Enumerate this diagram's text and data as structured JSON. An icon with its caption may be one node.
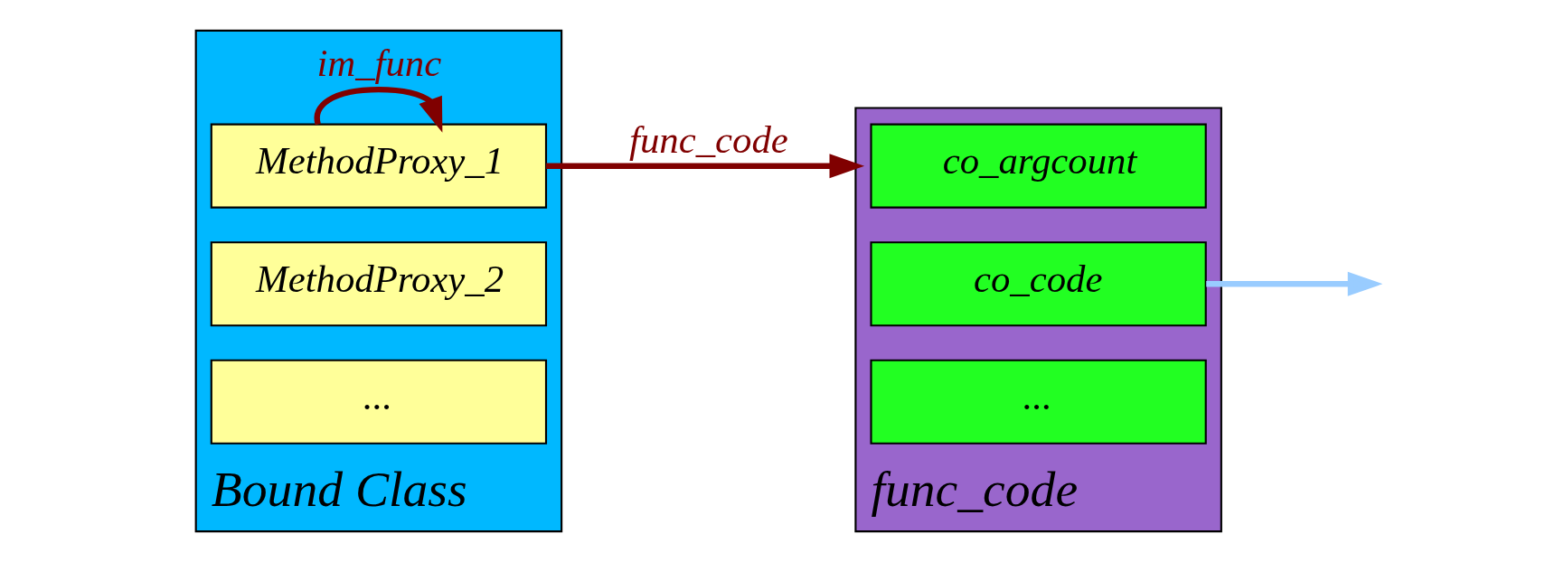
{
  "diagram": {
    "nodes": [
      {
        "text": [
          "Bound Class"
        ]
      },
      {
        "text": [
          "MethodProxy_1"
        ],
        "in": 0
      },
      {
        "text": [
          "MethodProxy_2"
        ],
        "in": 0
      },
      {
        "text": [
          "..."
        ],
        "in": 0
      },
      {
        "text": [
          "func_code"
        ]
      },
      {
        "text": [
          "co_argcount"
        ],
        "in": 4
      },
      {
        "text": [
          "co_code"
        ],
        "in": 4
      },
      {
        "text": [
          "..."
        ],
        "in": 4
      }
    ],
    "edges": [
      {
        "from": 1,
        "to": 1,
        "arrow": "to",
        "label": "im_func"
      },
      {
        "from": 1,
        "to": 4,
        "arrow": "to",
        "label": "func_code"
      },
      {
        "from": 6,
        "to": null,
        "arrow": "to",
        "color": "#99ccff"
      }
    ]
  }
}
